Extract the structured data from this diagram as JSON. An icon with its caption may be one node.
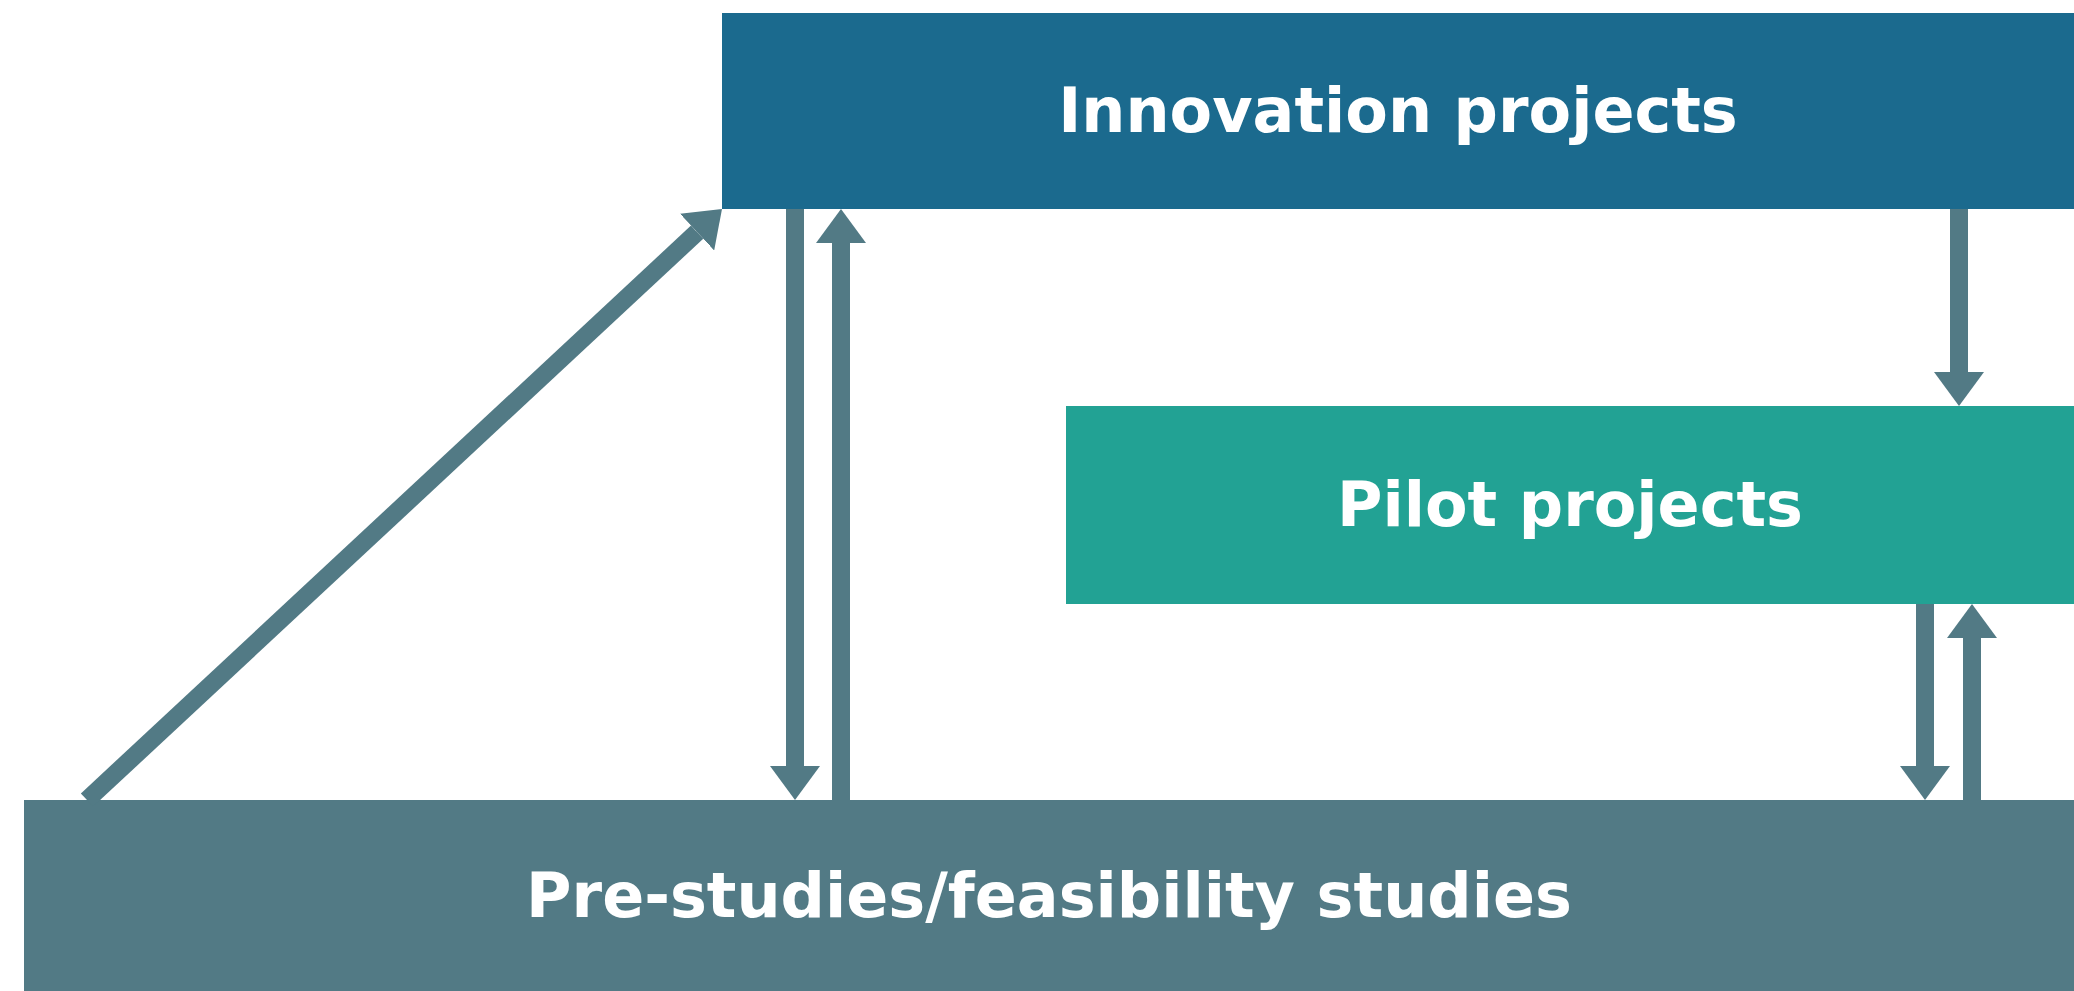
{
  "diagram": {
    "nodes": [
      {
        "text": [
          "Innovation projects"
        ]
      },
      {
        "text": [
          "Pilot projects"
        ]
      },
      {
        "text": [
          "Pre-studies/feasibility studies"
        ]
      }
    ],
    "edges": [
      {
        "from": 2,
        "to": 0,
        "arrow": "to"
      },
      {
        "from": 0,
        "to": 2,
        "arrow": "to"
      },
      {
        "from": 2,
        "to": 0,
        "arrow": "to"
      },
      {
        "from": 0,
        "to": 1,
        "arrow": "to"
      },
      {
        "from": 1,
        "to": 2,
        "arrow": "to"
      },
      {
        "from": 2,
        "to": 1,
        "arrow": "to"
      }
    ]
  }
}
